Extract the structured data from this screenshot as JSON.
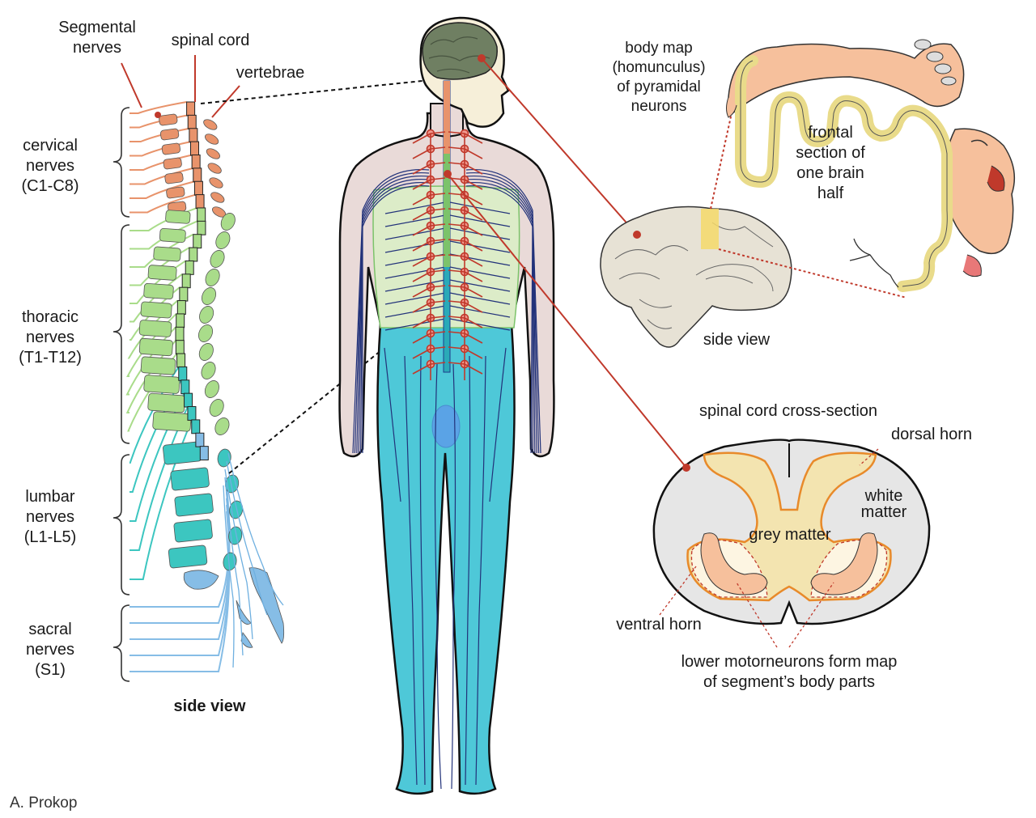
{
  "labels": {
    "segmental_nerves": [
      "Segmental",
      "nerves"
    ],
    "spinal_cord": "spinal cord",
    "vertebrae": "vertebrae",
    "cervical": [
      "cervical",
      "nerves",
      "(C1-C8)"
    ],
    "thoracic": [
      "thoracic",
      "nerves",
      "(T1-T12)"
    ],
    "lumbar": [
      "lumbar",
      "nerves",
      "(L1-L5)"
    ],
    "sacral": [
      "sacral",
      "nerves",
      "(S1)"
    ],
    "side_view_spine": "side view",
    "body_map": [
      "body map",
      "(homunculus)",
      "of pyramidal",
      "neurons"
    ],
    "frontal_section": [
      "frontal",
      "section of",
      "one brain",
      "half"
    ],
    "side_view_brain": "side view",
    "cross_section_title": "spinal cord cross-section",
    "dorsal_horn": "dorsal horn",
    "white_matter": [
      "white",
      "matter"
    ],
    "grey_matter": "grey matter",
    "ventral_horn": "ventral horn",
    "lower_motorneurons": [
      "lower motorneurons form map",
      "of segment’s body parts"
    ],
    "credit": "A. Prokop"
  },
  "colors": {
    "cervical": "#e8936b",
    "thoracic": "#a9dc8a",
    "lumbar": "#3cc6c0",
    "sacral": "#86bde6",
    "cord_red": "#d9302a",
    "body_torso": "#e9dad8",
    "body_lower": "#4ec8d8",
    "brain": "#6f7f62",
    "grey_matter": "#f3e4b0",
    "white_matter": "#e6e6e6",
    "horn_outline": "#e88a2a"
  }
}
